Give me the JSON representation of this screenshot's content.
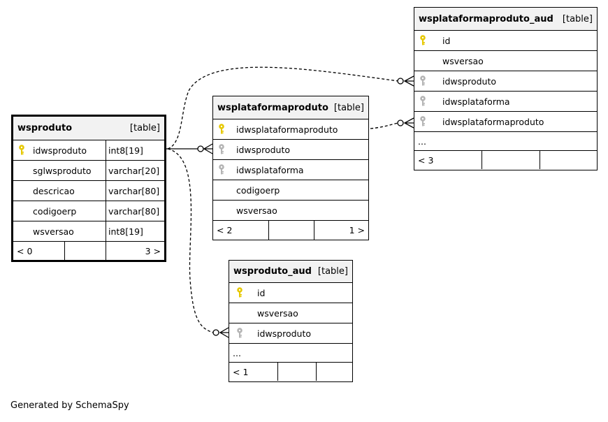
{
  "tables": {
    "wsproduto": {
      "name": "wsproduto",
      "kind": "[table]",
      "rows": [
        {
          "col": "idwsproduto",
          "type": "int8[19]",
          "key": "primary"
        },
        {
          "col": "sglwsproduto",
          "type": "varchar[20]",
          "key": "none"
        },
        {
          "col": "descricao",
          "type": "varchar[80]",
          "key": "none"
        },
        {
          "col": "codigoerp",
          "type": "varchar[80]",
          "key": "none"
        },
        {
          "col": "wsversao",
          "type": "int8[19]",
          "key": "none"
        }
      ],
      "footer": {
        "parents": "< 0",
        "middle": "",
        "children": "3 >"
      }
    },
    "wsplataformaproduto": {
      "name": "wsplataformaproduto",
      "kind": "[table]",
      "rows": [
        {
          "col": "idwsplataformaproduto",
          "key": "primary"
        },
        {
          "col": "idwsproduto",
          "key": "foreign"
        },
        {
          "col": "idwsplataforma",
          "key": "foreign"
        },
        {
          "col": "codigoerp",
          "key": "none"
        },
        {
          "col": "wsversao",
          "key": "none"
        }
      ],
      "footer": {
        "parents": "< 2",
        "middle": "",
        "children": "1 >"
      }
    },
    "wsplataformaproduto_aud": {
      "name": "wsplataformaproduto_aud",
      "kind": "[table]",
      "rows": [
        {
          "col": "id",
          "key": "primary"
        },
        {
          "col": "wsversao",
          "key": "none"
        },
        {
          "col": "idwsproduto",
          "key": "foreign"
        },
        {
          "col": "idwsplataforma",
          "key": "foreign"
        },
        {
          "col": "idwsplataformaproduto",
          "key": "foreign"
        }
      ],
      "more": "...",
      "footer": {
        "parents": "< 3",
        "middle": "",
        "children": ""
      }
    },
    "wsproduto_aud": {
      "name": "wsproduto_aud",
      "kind": "[table]",
      "rows": [
        {
          "col": "id",
          "key": "primary"
        },
        {
          "col": "wsversao",
          "key": "none"
        },
        {
          "col": "idwsproduto",
          "key": "foreign"
        }
      ],
      "more": "...",
      "footer": {
        "parents": "< 1",
        "middle": "",
        "children": ""
      }
    }
  },
  "colors": {
    "primary_key": "#e6c800",
    "foreign_key": "#b4b4b4",
    "header_bg": "#f2f2f2"
  },
  "generated_by": "Generated by SchemaSpy"
}
